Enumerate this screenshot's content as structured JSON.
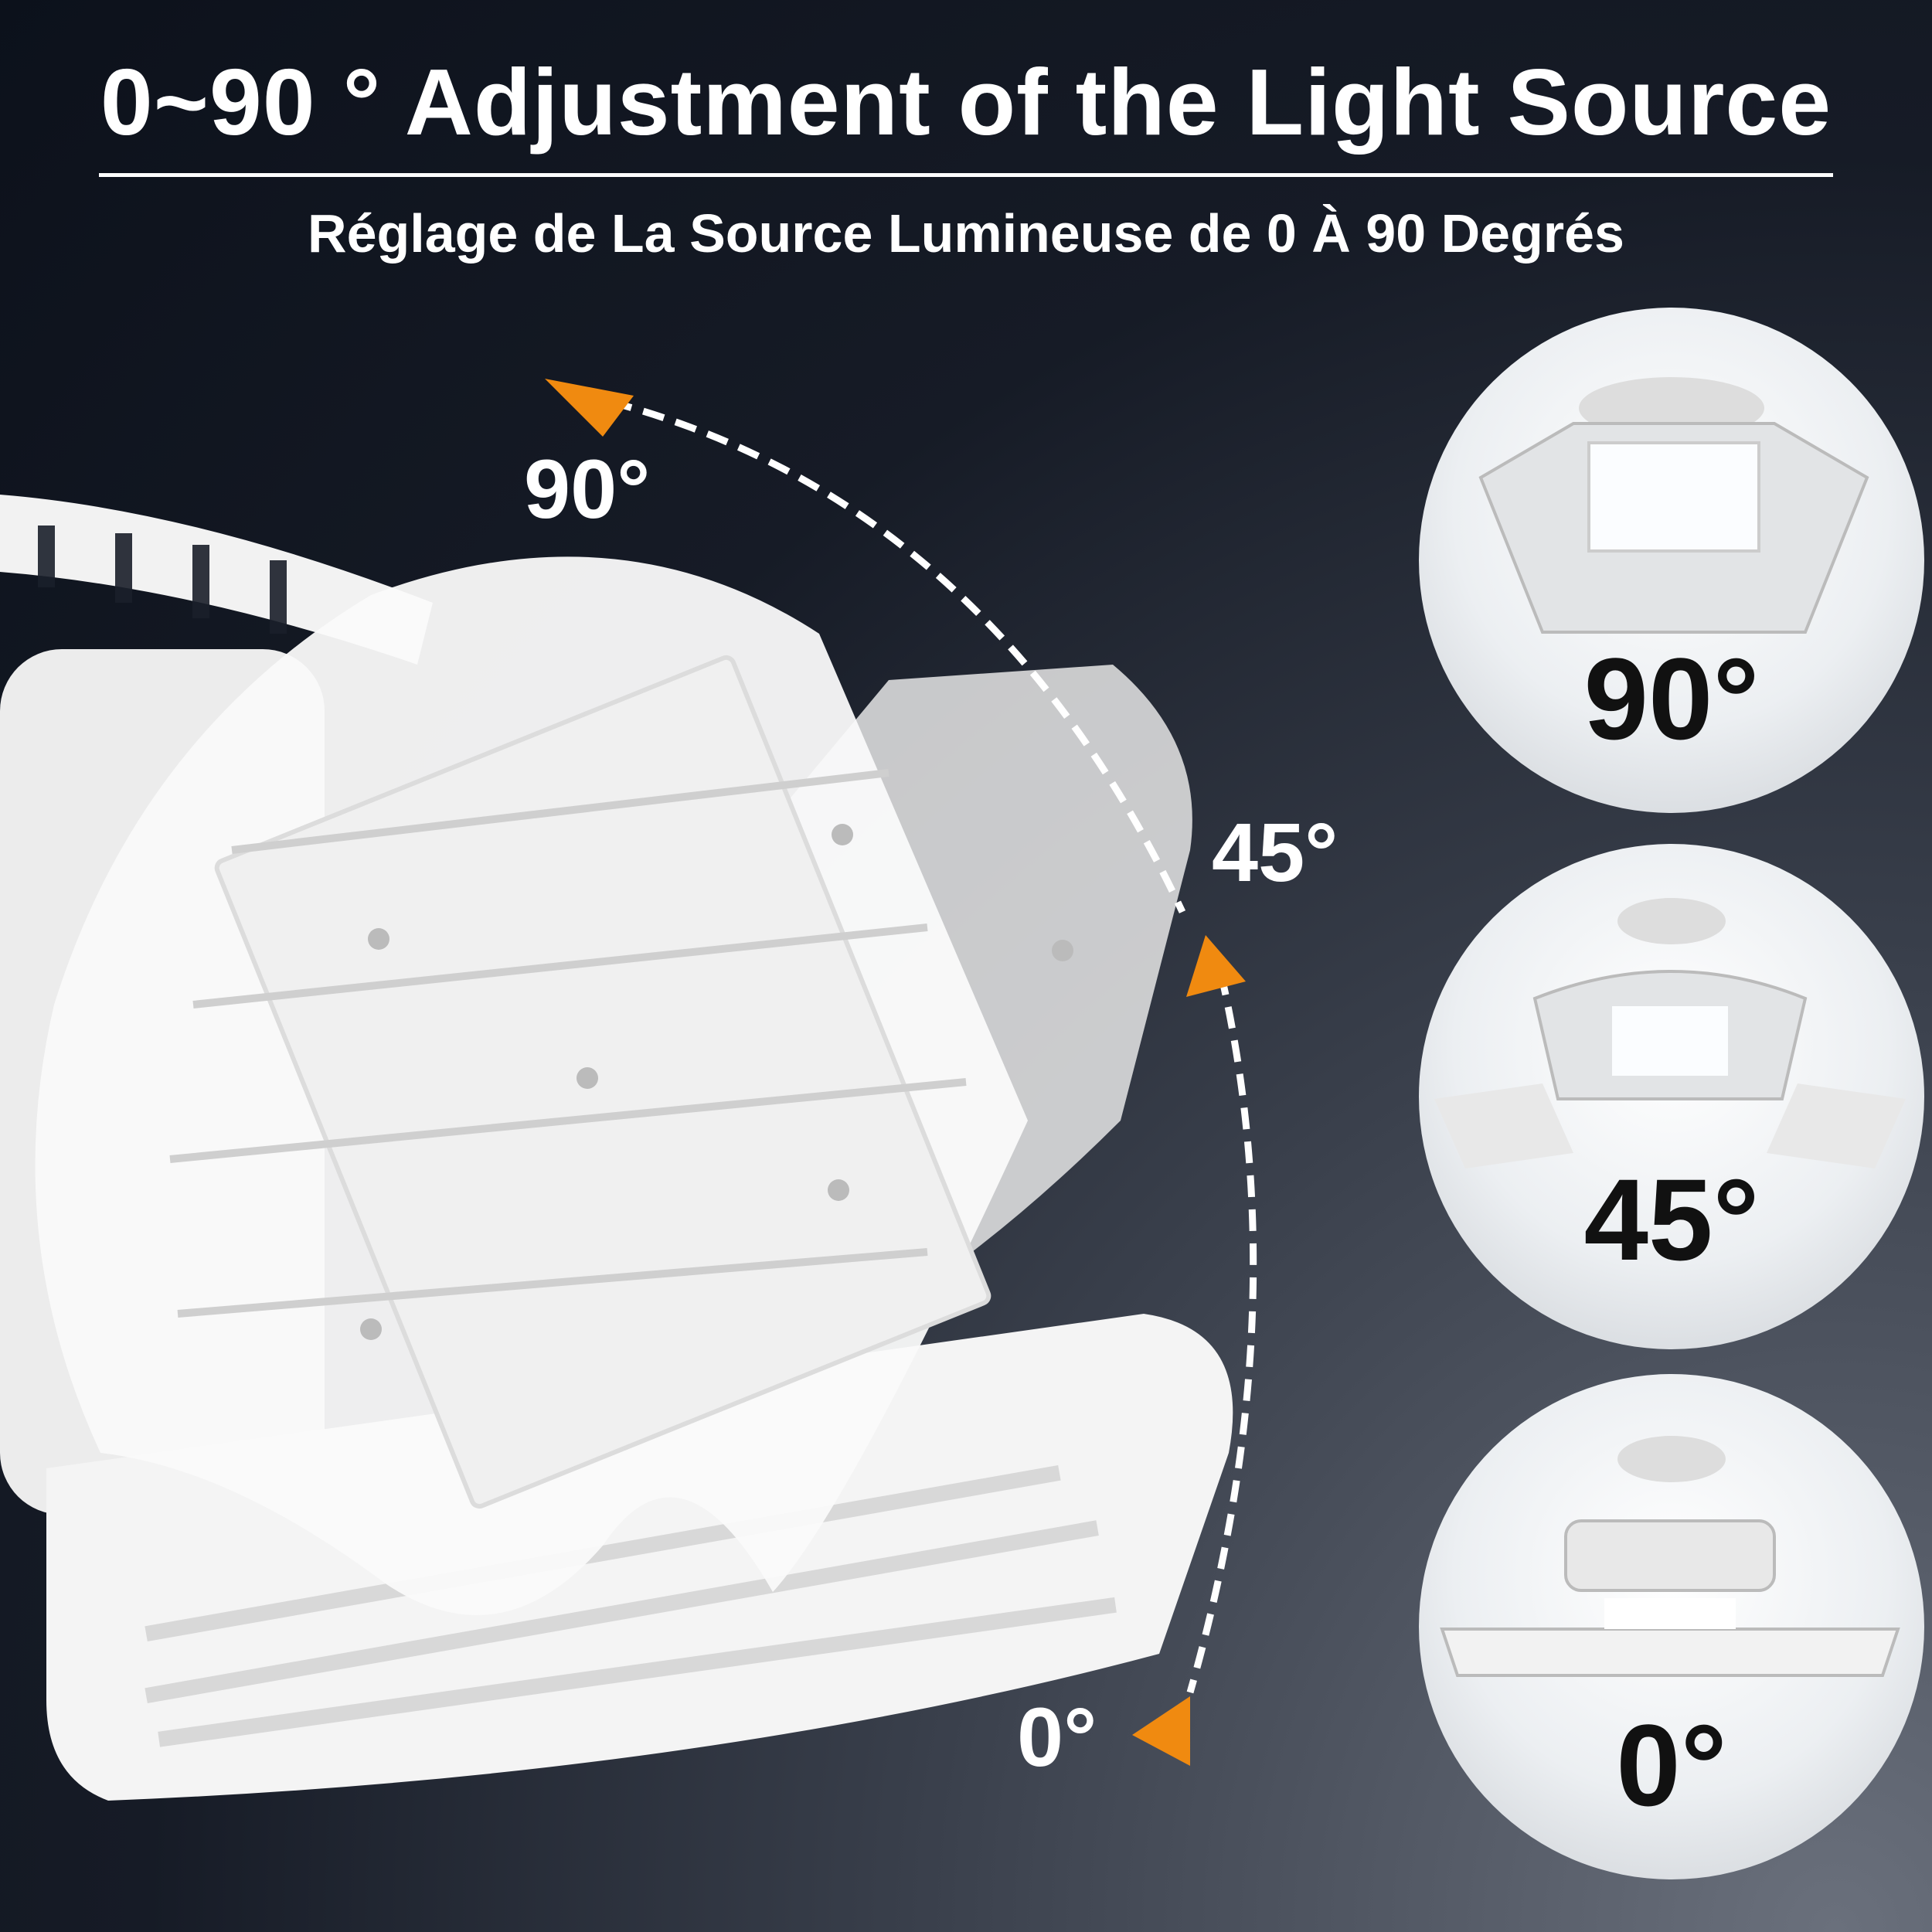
{
  "header": {
    "title": "0~90 ° Adjustment of the Light Source",
    "subtitle": "Réglage de La Source Lumineuse de 0 À 90 Degrés"
  },
  "diagram": {
    "angle_labels": [
      "90°",
      "45°",
      "0°"
    ],
    "arrow_color": "#f08a10"
  },
  "circles": [
    {
      "label": "90°"
    },
    {
      "label": "45°"
    },
    {
      "label": "0°"
    }
  ]
}
